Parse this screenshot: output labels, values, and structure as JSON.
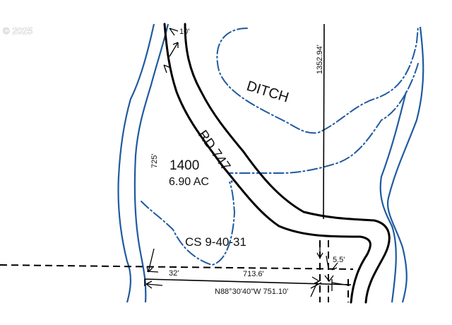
{
  "watermark": "© 2025",
  "labels": {
    "ditch": "DITCH",
    "road": "RD 747",
    "lot_number": "1400",
    "acreage": "6.90 AC",
    "survey": "CS 9-40-31",
    "dim_top": "10'",
    "dim_west": "725'",
    "dim_north": "1352.94'",
    "dim_32": "32'",
    "dim_713": "713.6'",
    "dim_5_5": "5.5'",
    "bearing": "N88°30'40\"W 751.10'"
  },
  "colors": {
    "water": "#1f5aa0",
    "lines": "#000000",
    "background": "#ffffff"
  }
}
